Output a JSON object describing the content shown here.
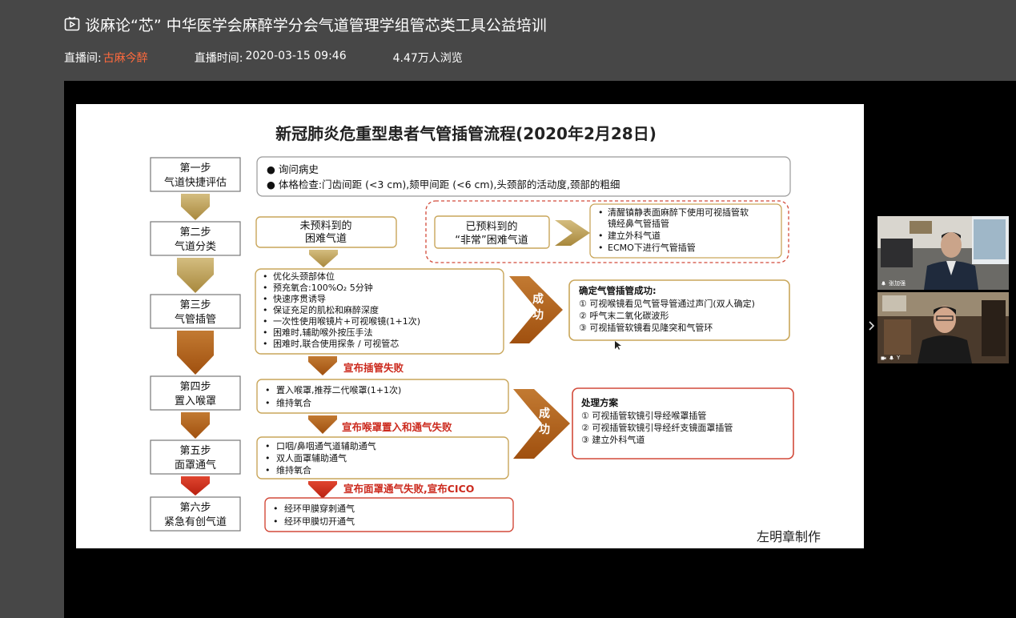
{
  "header": {
    "title": "谈麻论“芯” 中华医学会麻醉学分会气道管理学组管芯类工具公益培训",
    "room_label": "直播间:",
    "room_name": "古麻今醉",
    "time_label": "直播时间:",
    "time_value": "2020-03-15 09:46",
    "views": "4.47万人浏览",
    "title_icon": "play-icon",
    "host_color": "#ff6a3d"
  },
  "slide": {
    "title": "新冠肺炎危重型患者气管插管流程(2020年2月28日)",
    "author": "左明章制作",
    "steps": [
      {
        "name": "第一步",
        "desc": "气道快捷评估"
      },
      {
        "name": "第二步",
        "desc": "气道分类"
      },
      {
        "name": "第三步",
        "desc": "气管插管"
      },
      {
        "name": "第四步",
        "desc": "置入喉罩"
      },
      {
        "name": "第五步",
        "desc": "面罩通气"
      },
      {
        "name": "第六步",
        "desc": "紧急有创气道"
      }
    ],
    "assess": {
      "line1": "● 询问病史",
      "line2": "● 体格检查:门齿间距 (<3 cm),颏甲间距 (<6 cm),头颈部的活动度,颈部的粗细"
    },
    "unexpected": {
      "line1": "未预料到的",
      "line2": "困难气道"
    },
    "expected": {
      "line1": "已预料到的",
      "line2": "“非常”困难气道"
    },
    "expected_plan": [
      "清醒镇静表面麻醉下使用可视插管软",
      "镜经鼻气管插管",
      "建立外科气道",
      "ECMO下进行气管插管"
    ],
    "intubation_items": [
      "优化头颈部体位",
      "预充氧合:100%O₂ 5分钟",
      "快速序贯诱导",
      "保证充足的肌松和麻醉深度",
      "一次性使用喉镜片+可视喉镜(1+1次)",
      "困难时,辅助喉外按压手法",
      "困难时,联合使用探条 / 可视管芯"
    ],
    "success_label1": "成功",
    "success_label2": "成功",
    "confirm": {
      "title": "确定气管插管成功:",
      "items": [
        "① 可视喉镜看见气管导管通过声门(双人确定)",
        "② 呼气末二氧化碳波形",
        "③ 可视插管软镜看见隆突和气管环"
      ]
    },
    "fail1": "宣布插管失败",
    "lma_items": [
      "置入喉罩,推荐二代喉罩(1+1次)",
      "维持氧合"
    ],
    "fail2": "宣布喉罩置入和通气失败",
    "mask_items": [
      "口咽/鼻咽通气道辅助通气",
      "双人面罩辅助通气",
      "维持氧合"
    ],
    "fail3": "宣布面罩通气失败,宣布CICO",
    "plan": {
      "title": "处理方案",
      "items": [
        "① 可视插管软镜引导经喉罩插管",
        "② 可视插管软镜引导经纤支镜面罩插管",
        "③ 建立外科气道"
      ]
    },
    "surgical_items": [
      "经环甲膜穿刺通气",
      "经环甲膜切开通气"
    ],
    "colors": {
      "gold": "#b89a4e",
      "brown": "#b5651d",
      "red": "#cc2a1e",
      "orange": "#c8641c"
    }
  },
  "video": {
    "tile1_label": "张加强",
    "tile2_label": "Y",
    "mic_icon": "mic-icon",
    "expand_icon": "chevron-right-icon"
  }
}
